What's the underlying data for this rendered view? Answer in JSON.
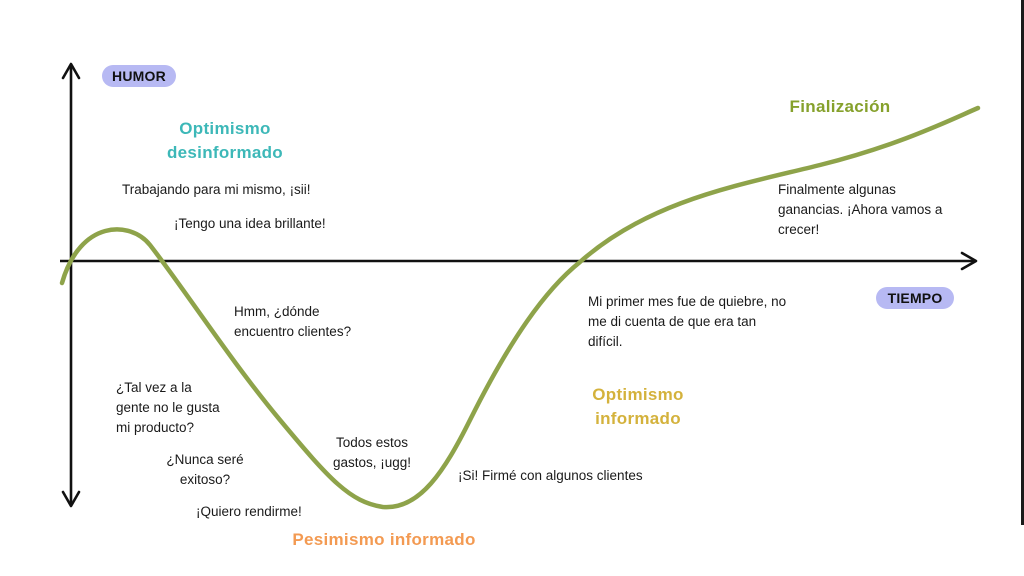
{
  "axes": {
    "y_label": "HUMOR",
    "x_label": "TIEMPO"
  },
  "stages": {
    "uninformed_optimism": "Optimismo desinformado",
    "informed_pessimism": "Pesimismo informado",
    "informed_optimism": "Optimismo informado",
    "completion": "Finalización"
  },
  "notes": {
    "self_employed": "Trabajando para mi mismo, ¡sii!",
    "brilliant_idea": "¡Tengo una idea brillante!",
    "find_clients": "Hmm, ¿dónde encuentro clientes?",
    "product_doubt": "¿Tal vez a la gente no le gusta mi producto?",
    "never_successful": "¿Nunca seré exitoso?",
    "give_up": "¡Quiero rendirme!",
    "expenses": "Todos estos gastos, ¡ugg!",
    "signed_clients": "¡Si! Firmé con algunos clientes",
    "first_month": "Mi primer mes fue de quiebre, no me di cuenta de que era tan difícil.",
    "profits": "Finalmente algunas ganancias. ¡Ahora vamos a crecer!"
  },
  "colors": {
    "axis": "#111111",
    "curve": "#8ea34a",
    "pill": "#b7b9f3",
    "uninformed_optimism": "#3db8b8",
    "informed_pessimism": "#f39a52",
    "informed_optimism": "#d4b23c",
    "completion": "#86a12c"
  }
}
